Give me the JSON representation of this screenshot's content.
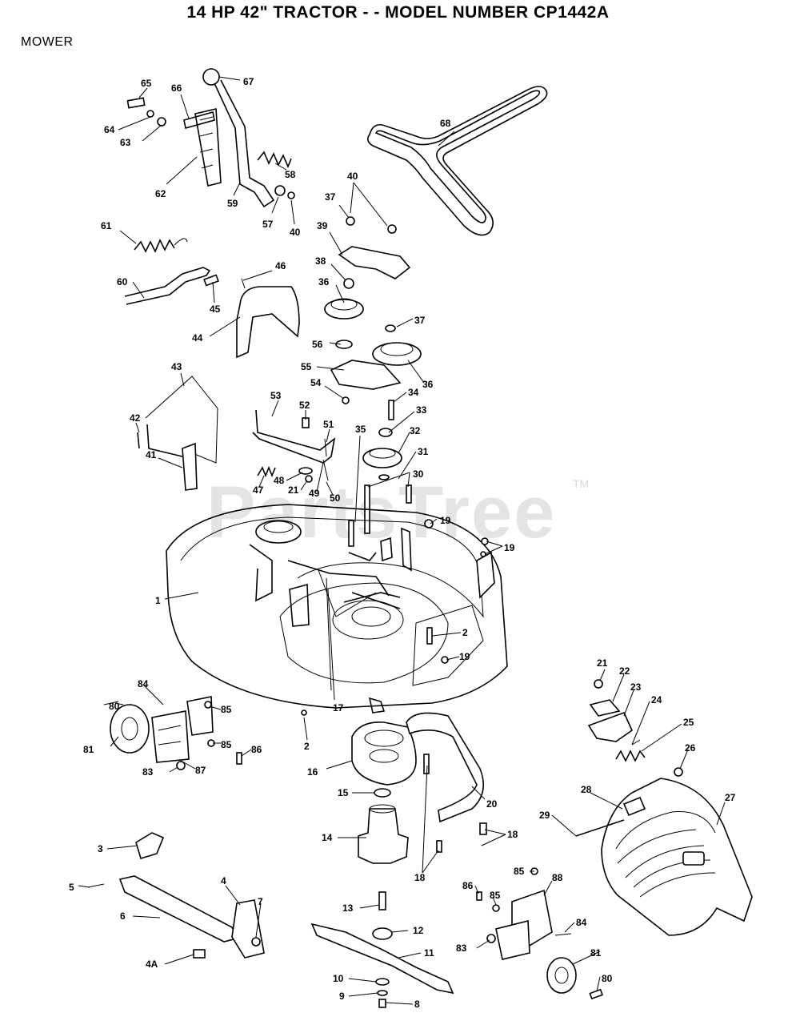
{
  "title": "14 HP 42\" TRACTOR - - MODEL NUMBER CP1442A",
  "section": "MOWER",
  "watermark": "PartsTree",
  "watermark_mark": "TM",
  "callouts": [
    {
      "id": "c-65",
      "label": "65"
    },
    {
      "id": "c-66",
      "label": "66"
    },
    {
      "id": "c-67",
      "label": "67"
    },
    {
      "id": "c-64",
      "label": "64"
    },
    {
      "id": "c-63",
      "label": "63"
    },
    {
      "id": "c-62",
      "label": "62"
    },
    {
      "id": "c-59",
      "label": "59"
    },
    {
      "id": "c-58",
      "label": "58"
    },
    {
      "id": "c-57",
      "label": "57"
    },
    {
      "id": "c-40a",
      "label": "40"
    },
    {
      "id": "c-68",
      "label": "68"
    },
    {
      "id": "c-40b",
      "label": "40"
    },
    {
      "id": "c-37a",
      "label": "37"
    },
    {
      "id": "c-39",
      "label": "39"
    },
    {
      "id": "c-61",
      "label": "61"
    },
    {
      "id": "c-46",
      "label": "46"
    },
    {
      "id": "c-38",
      "label": "38"
    },
    {
      "id": "c-60",
      "label": "60"
    },
    {
      "id": "c-45",
      "label": "45"
    },
    {
      "id": "c-36a",
      "label": "36"
    },
    {
      "id": "c-37b",
      "label": "37"
    },
    {
      "id": "c-44",
      "label": "44"
    },
    {
      "id": "c-56",
      "label": "56"
    },
    {
      "id": "c-55",
      "label": "55"
    },
    {
      "id": "c-36b",
      "label": "36"
    },
    {
      "id": "c-43",
      "label": "43"
    },
    {
      "id": "c-54",
      "label": "54"
    },
    {
      "id": "c-34",
      "label": "34"
    },
    {
      "id": "c-53",
      "label": "53"
    },
    {
      "id": "c-52",
      "label": "52"
    },
    {
      "id": "c-33",
      "label": "33"
    },
    {
      "id": "c-42",
      "label": "42"
    },
    {
      "id": "c-51",
      "label": "51"
    },
    {
      "id": "c-35",
      "label": "35"
    },
    {
      "id": "c-32",
      "label": "32"
    },
    {
      "id": "c-41",
      "label": "41"
    },
    {
      "id": "c-31",
      "label": "31"
    },
    {
      "id": "c-47",
      "label": "47"
    },
    {
      "id": "c-48",
      "label": "48"
    },
    {
      "id": "c-21a",
      "label": "21"
    },
    {
      "id": "c-49",
      "label": "49"
    },
    {
      "id": "c-30",
      "label": "30"
    },
    {
      "id": "c-50",
      "label": "50"
    },
    {
      "id": "c-19a",
      "label": "19"
    },
    {
      "id": "c-19b",
      "label": "19"
    },
    {
      "id": "c-1",
      "label": "1"
    },
    {
      "id": "c-2a",
      "label": "2"
    },
    {
      "id": "c-19c",
      "label": "19"
    },
    {
      "id": "c-21b",
      "label": "21"
    },
    {
      "id": "c-22",
      "label": "22"
    },
    {
      "id": "c-23",
      "label": "23"
    },
    {
      "id": "c-84a",
      "label": "84"
    },
    {
      "id": "c-80a",
      "label": "80"
    },
    {
      "id": "c-85a",
      "label": "85"
    },
    {
      "id": "c-17",
      "label": "17"
    },
    {
      "id": "c-24",
      "label": "24"
    },
    {
      "id": "c-81a",
      "label": "81"
    },
    {
      "id": "c-85b",
      "label": "85"
    },
    {
      "id": "c-86a",
      "label": "86"
    },
    {
      "id": "c-2b",
      "label": "2"
    },
    {
      "id": "c-25",
      "label": "25"
    },
    {
      "id": "c-26",
      "label": "26"
    },
    {
      "id": "c-83a",
      "label": "83"
    },
    {
      "id": "c-87",
      "label": "87"
    },
    {
      "id": "c-16",
      "label": "16"
    },
    {
      "id": "c-20",
      "label": "20"
    },
    {
      "id": "c-28",
      "label": "28"
    },
    {
      "id": "c-27",
      "label": "27"
    },
    {
      "id": "c-15",
      "label": "15"
    },
    {
      "id": "c-29",
      "label": "29"
    },
    {
      "id": "c-18a",
      "label": "18"
    },
    {
      "id": "c-14",
      "label": "14"
    },
    {
      "id": "c-3",
      "label": "3"
    },
    {
      "id": "c-18b",
      "label": "18"
    },
    {
      "id": "c-85c",
      "label": "85"
    },
    {
      "id": "c-5",
      "label": "5"
    },
    {
      "id": "c-88",
      "label": "88"
    },
    {
      "id": "c-86b",
      "label": "86"
    },
    {
      "id": "c-4",
      "label": "4"
    },
    {
      "id": "c-85d",
      "label": "85"
    },
    {
      "id": "c-7",
      "label": "7"
    },
    {
      "id": "c-13",
      "label": "13"
    },
    {
      "id": "c-6",
      "label": "6"
    },
    {
      "id": "c-84b",
      "label": "84"
    },
    {
      "id": "c-12",
      "label": "12"
    },
    {
      "id": "c-83b",
      "label": "83"
    },
    {
      "id": "c-11",
      "label": "11"
    },
    {
      "id": "c-81b",
      "label": "81"
    },
    {
      "id": "c-4a",
      "label": "4A"
    },
    {
      "id": "c-10",
      "label": "10"
    },
    {
      "id": "c-80b",
      "label": "80"
    },
    {
      "id": "c-9",
      "label": "9"
    },
    {
      "id": "c-8",
      "label": "8"
    }
  ]
}
